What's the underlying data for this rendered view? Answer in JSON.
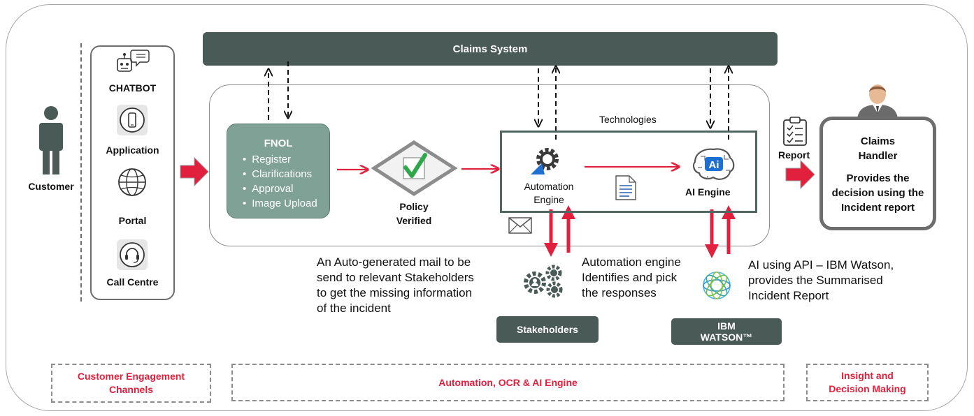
{
  "claims_system": {
    "label": "Claims System"
  },
  "customer": {
    "label": "Customer"
  },
  "channels": [
    {
      "label": "CHATBOT",
      "icon": "chatbot-icon"
    },
    {
      "label": "Application",
      "icon": "mobile-phone-icon"
    },
    {
      "label": "Portal",
      "icon": "globe-icon"
    },
    {
      "label": "Call Centre",
      "icon": "headset-icon"
    }
  ],
  "fnol": {
    "title": "FNOL",
    "items": [
      "Register",
      "Clarifications",
      "Approval",
      "Image Upload"
    ]
  },
  "policy": {
    "label_line1": "Policy",
    "label_line2": "Verified",
    "icon": "checkmark-diamond-icon"
  },
  "technologies": {
    "label": "Technologies"
  },
  "automation_engine": {
    "label_line1": "Automation",
    "label_line2": "Engine",
    "icon": "gear-cursor-icon"
  },
  "ai_engine": {
    "label": "AI Engine",
    "icon": "ai-brain-icon"
  },
  "report": {
    "label": "Report",
    "icon": "clipboard-checklist-icon"
  },
  "claims_handler": {
    "line1": "Claims",
    "line2": "Handler",
    "line3": "Provides the",
    "line4": "decision using the",
    "line5": "Incident report",
    "icon": "person-avatar-icon"
  },
  "mail_note": {
    "lines": [
      "An Auto-generated mail to be",
      "send to relevant Stakeholders",
      "to get the missing information",
      "of the incident"
    ]
  },
  "automation_note": {
    "lines": [
      "Automation engine",
      "Identifies and pick",
      "the responses"
    ]
  },
  "ai_note": {
    "lines": [
      "AI using API – IBM Watson,",
      "provides the Summarised",
      "Incident Report"
    ]
  },
  "stakeholders": {
    "label": "Stakeholders",
    "icon": "people-gears-icon"
  },
  "ibm_watson": {
    "label_line1": "IBM",
    "label_line2": "WATSON™",
    "icon": "watson-globe-icon"
  },
  "footer": {
    "left_line1": "Customer Engagement",
    "left_line2": "Channels",
    "middle": "Automation, OCR & AI Engine",
    "right_line1": "Insight and",
    "right_line2": "Decision Making"
  },
  "colors": {
    "accent_red": "#e0203c",
    "dark_slate": "#4a5a56",
    "fnol_green": "#7fa196",
    "border_gray": "#6d6d6d"
  }
}
